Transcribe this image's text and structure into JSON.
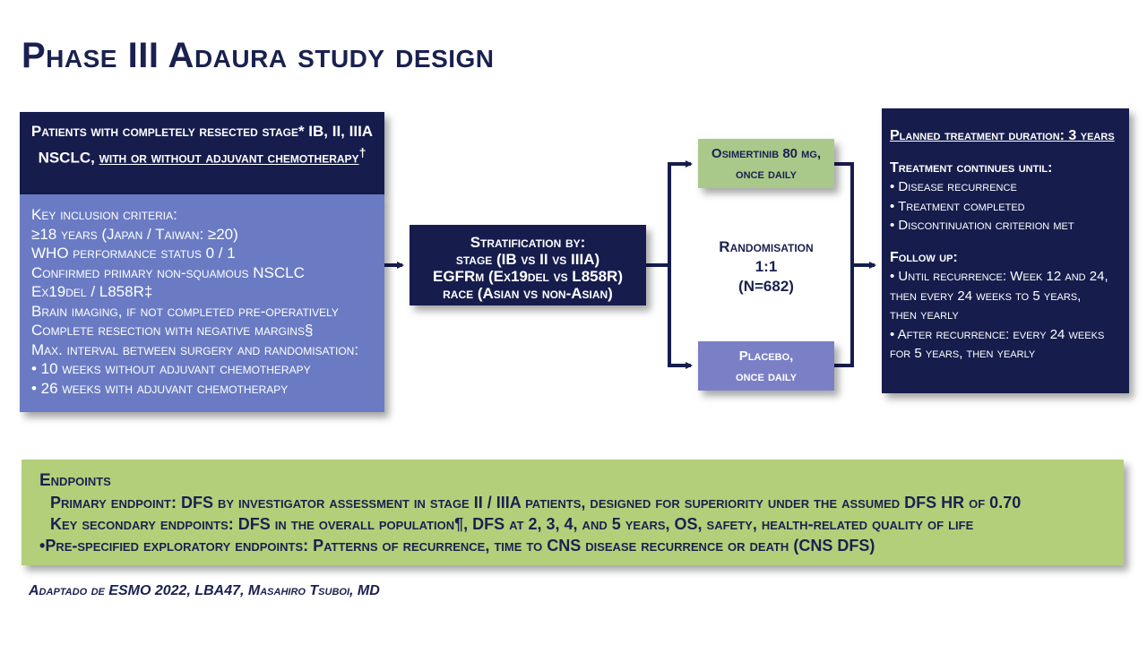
{
  "title": "Phase III Adaura study design",
  "patients": {
    "header_line1": "Patients with completely resected stage* IB, II, IIIA NSCLC, ",
    "header_underlined": "with or without adjuvant chemotherapy",
    "header_dagger": "†",
    "criteria": [
      "Key inclusion criteria:",
      "≥18 years (Japan / Taiwan: ≥20)",
      "WHO performance status 0 / 1",
      "Confirmed primary non-squamous NSCLC",
      "Ex19del / L858R‡",
      "Brain imaging, if not completed pre-operatively",
      "Complete resection with negative margins§",
      "Max. interval between surgery and randomisation:",
      "• 10 weeks without adjuvant chemotherapy",
      "• 26 weeks with adjuvant chemotherapy"
    ]
  },
  "stratification": {
    "title": "Stratification by:",
    "items": [
      "stage (IB vs II vs IIIA)",
      "EGFRm (Ex19del vs L858R)",
      "race (Asian vs non-Asian)"
    ]
  },
  "randomisation": {
    "label": "Randomisation",
    "ratio": "1:1",
    "n": "(N=682)"
  },
  "arms": {
    "osimertinib_line1": "Osimertinib 80 mg,",
    "osimertinib_line2": "once daily",
    "placebo_line1": "Placebo,",
    "placebo_line2": "once daily"
  },
  "treatment": {
    "duration": "Planned treatment duration: 3 years",
    "continues_title": "Treatment continues until:",
    "continues": [
      "• Disease recurrence",
      "• Treatment completed",
      "• Discontinuation criterion met"
    ],
    "followup_title": "Follow up:",
    "followup": [
      "• Until recurrence: Week 12 and 24,",
      "then every 24 weeks to 5 years,",
      "then yearly",
      "• After recurrence: every 24 weeks",
      "for 5 years, then yearly"
    ]
  },
  "endpoints": {
    "title": "Endpoints",
    "primary_label": "Primary endpoint:",
    "primary_text": " DFS by investigator assessment in stage II / IIIA patients, designed for superiority under the assumed DFS HR of 0.70",
    "secondary_label": "Key secondary endpoints:",
    "secondary_text": " DFS in the overall population¶, DFS at 2, 3, 4, and 5 years, OS, safety, health-related quality of life",
    "exploratory_bullet": "•",
    "exploratory_label": "Pre-specified exploratory endpoints:",
    "exploratory_text": " Patterns of recurrence, time to CNS disease recurrence or death (CNS DFS)"
  },
  "citation": "Adaptado de ESMO 2022, LBA47, Masahiro Tsuboi, MD",
  "colors": {
    "navy": "#161d4d",
    "periwinkle": "#6a7bc4",
    "green": "#a9c98a",
    "endpoint_green": "#b4cf7a",
    "placebo": "#7a7fc6"
  }
}
